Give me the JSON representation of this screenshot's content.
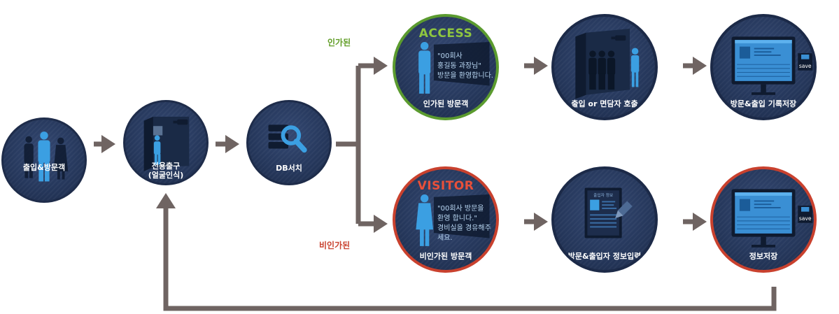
{
  "colors": {
    "arrow": "#6f6462",
    "node_fill": "#25375b",
    "authorized_ring": "#5b9b2f",
    "unauthorized_ring": "#c9412e",
    "figure": "#3b9fe2"
  },
  "branches": {
    "authorized": "인가된",
    "unauthorized": "비인가된"
  },
  "nodes": {
    "visitor_entry": {
      "label": "출입&방문객"
    },
    "gate": {
      "label": "전용출구\n(얼굴인식)"
    },
    "db_search": {
      "label": "DB서치"
    },
    "access": {
      "heading": "ACCESS",
      "message": "\"00회사\n홍길동 과장님\"\n방문을 환영합니다.",
      "label": "인가된 방문객"
    },
    "entry_call": {
      "label": "출입 or 면담자 호출"
    },
    "record_save": {
      "label": "방문&출입 기록저장",
      "save_text": "save"
    },
    "visitor": {
      "heading": "VISITOR",
      "message": "\"00회사 방문을\n환영 합니다.\"\n경비실을 경유해주세요.",
      "label": "비인가된 방문객"
    },
    "info_input": {
      "label": "방문&출입자 정보입력",
      "form_title": "출입자 정보"
    },
    "info_save": {
      "label": "정보저장",
      "save_text": "save"
    }
  }
}
